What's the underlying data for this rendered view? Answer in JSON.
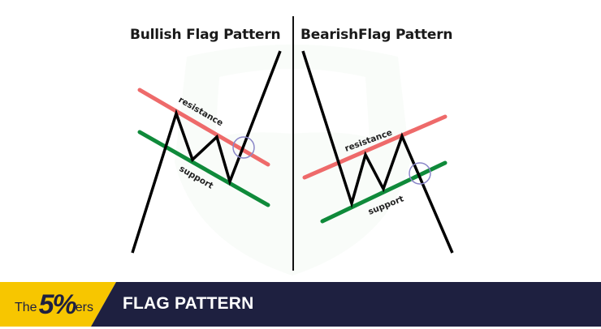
{
  "diagram": {
    "left_panel": {
      "title": "Bullish Flag Pattern",
      "resistance_label": "resistance",
      "support_label": "support"
    },
    "right_panel": {
      "title": "BearishFlag Pattern",
      "resistance_label": "resistance",
      "support_label": "support"
    },
    "colors": {
      "resistance": "#ee6a6a",
      "support": "#0f8a3a",
      "price": "#000000",
      "breakout_circle": "#8a86c8",
      "divider": "#111111"
    }
  },
  "banner": {
    "logo": {
      "prefix": "The",
      "number": "5%",
      "suffix": "ers"
    },
    "title": "FLAG PATTERN",
    "colors": {
      "yellow": "#f7c600",
      "navy": "#1e2040"
    }
  }
}
